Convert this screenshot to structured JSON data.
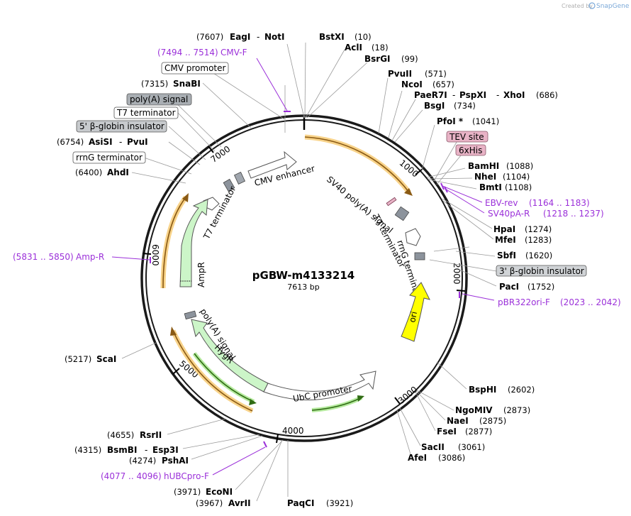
{
  "brand": {
    "created_by": "Created by",
    "app": "SnapGene"
  },
  "plasmid": {
    "name": "pGBW-m4133214",
    "size": "7613 bp"
  },
  "ticks": [
    "1000",
    "2000",
    "3000",
    "4000",
    "5000",
    "6000",
    "7000"
  ],
  "sites_right": [
    {
      "name": "BstXI",
      "pos": "(10)"
    },
    {
      "name": "AclI",
      "pos": "(18)"
    },
    {
      "name": "BsrGI",
      "pos": "(99)"
    },
    {
      "name": "PvuII",
      "pos": "(571)"
    },
    {
      "name": "NcoI",
      "pos": "(657)"
    },
    {
      "name": "PaeR7I",
      "name2": "PspXI",
      "name3": "XhoI",
      "pos": "(686)"
    },
    {
      "name": "BsgI",
      "pos": "(734)"
    },
    {
      "name": "PfoI *",
      "pos": "(1041)"
    },
    {
      "name": "BamHI",
      "pos": "(1088)"
    },
    {
      "name": "NheI",
      "pos": "(1104)"
    },
    {
      "name": "BmtI",
      "pos": "(1108)"
    },
    {
      "name": "HpaI",
      "pos": "(1274)"
    },
    {
      "name": "MfeI",
      "pos": "(1283)"
    },
    {
      "name": "SbfI",
      "pos": "(1620)"
    },
    {
      "name": "PacI",
      "pos": "(1752)"
    },
    {
      "name": "BspHI",
      "pos": "(2602)"
    },
    {
      "name": "NgoMIV",
      "pos": "(2873)"
    },
    {
      "name": "NaeI",
      "pos": "(2875)"
    },
    {
      "name": "FseI",
      "pos": "(2877)"
    },
    {
      "name": "SacII",
      "pos": "(3061)"
    },
    {
      "name": "AfeI",
      "pos": "(3086)"
    },
    {
      "name": "PaqCI",
      "pos": "(3921)"
    }
  ],
  "sites_left": [
    {
      "name": "EagI",
      "name2": "NotI",
      "pos": "(7607)"
    },
    {
      "name": "SnaBI",
      "pos": "(7315)"
    },
    {
      "name": "AsiSI",
      "name2": "PvuI",
      "pos": "(6754)"
    },
    {
      "name": "AhdI",
      "pos": "(6400)"
    },
    {
      "name": "ScaI",
      "pos": "(5217)"
    },
    {
      "name": "RsrII",
      "pos": "(4655)"
    },
    {
      "name": "BsmBI",
      "name2": "Esp3I",
      "pos": "(4315)"
    },
    {
      "name": "PshAI",
      "pos": "(4274)"
    },
    {
      "name": "EcoNI",
      "pos": "(3971)"
    },
    {
      "name": "AvrII",
      "pos": "(3967)"
    }
  ],
  "primers": [
    {
      "name": "CMV-F",
      "range": "(7494 .. 7514)"
    },
    {
      "name": "EBV-rev",
      "range": "(1164 .. 1183)"
    },
    {
      "name": "SV40pA-R",
      "range": "(1218 .. 1237)"
    },
    {
      "name": "pBR322ori-F",
      "range": "(2023 .. 2042)"
    },
    {
      "name": "Amp-R",
      "range": "(5831 .. 5850)"
    },
    {
      "name": "hUBCpro-F",
      "range": "(4077 .. 4096)"
    }
  ],
  "boxed_features": {
    "cmv_promoter": "CMV promoter",
    "polya_signal": "poly(A) signal",
    "t7_terminator": "T7 terminator",
    "b_globin_5": "5' β-globin insulator",
    "rrng_terminator": "rrnG terminator",
    "tev_site": "TEV site",
    "his6": "6xHis",
    "b_globin_3": "3' β-globin insulator"
  },
  "inner_features": {
    "cmv_enhancer": "CMV enhancer",
    "sv40_polya": "SV40 poly(A) signal",
    "t7_term_right": "T7 terminator",
    "rrng_term_right": "rrnG terminator",
    "ori": "ori",
    "ubc_promoter": "UbC promoter",
    "hygr": "HygR",
    "polya_left": "poly(A) signal",
    "ampr": "AmpR",
    "t7_term_left": "T7 terminator"
  },
  "colors": {
    "primer": "#9b30d9",
    "ori": "#ffff00",
    "resistance": "#ccf5c8",
    "orf": "#f5a623",
    "tag": "#e8b3c6",
    "terminator": "#9aa0aa"
  }
}
